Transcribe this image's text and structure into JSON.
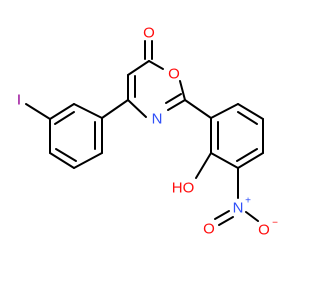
{
  "molecule": {
    "atoms": {
      "carbonyl_o": {
        "symbol": "O",
        "color": "#ff0d0d"
      },
      "ring_o": {
        "symbol": "O",
        "color": "#ff0d0d"
      },
      "ring_n": {
        "symbol": "N",
        "color": "#3050f8"
      },
      "iodine": {
        "symbol": "I",
        "color": "#940094"
      },
      "hydroxyl": {
        "symbol": "HO",
        "color": "#ff0d0d"
      },
      "nitro_n": {
        "symbol": "N",
        "charge": "+",
        "color": "#3050f8"
      },
      "nitro_o_double": {
        "symbol": "O",
        "color": "#ff0d0d"
      },
      "nitro_o_single": {
        "symbol": "O",
        "charge": "−",
        "color": "#ff0d0d"
      }
    }
  }
}
